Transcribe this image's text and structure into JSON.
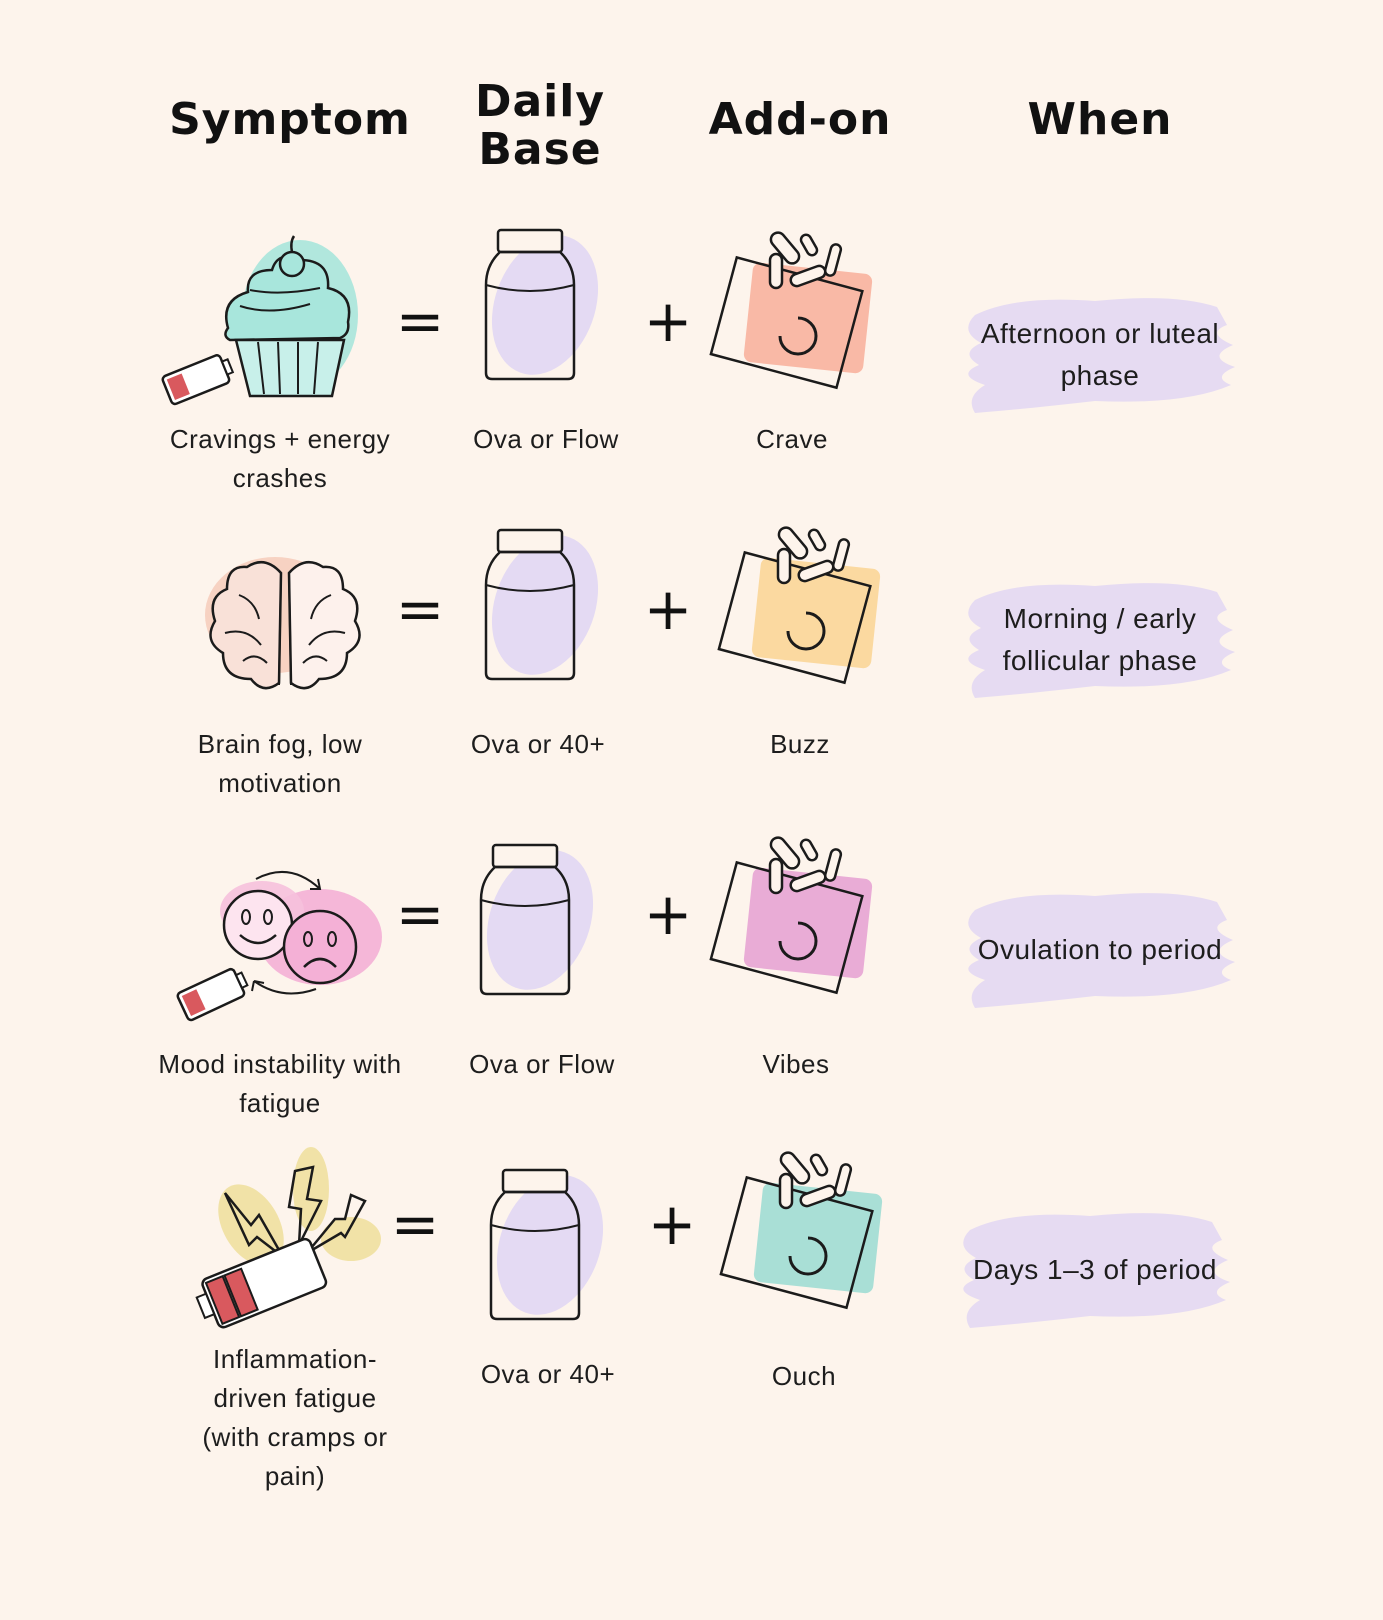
{
  "header": {
    "symptom": "Symptom",
    "daily_base": "Daily\nBase",
    "addon": "Add-on",
    "when": "When"
  },
  "operators": {
    "equals": "=",
    "plus": "+"
  },
  "rows": [
    {
      "symptom": "Cravings + energy crashes",
      "base": "Ova or Flow",
      "addon": "Crave",
      "addon_color": "#f9b9a6",
      "when": "Afternoon or luteal phase",
      "icon": "cupcake-icon"
    },
    {
      "symptom": "Brain fog, low motivation",
      "base": "Ova or 40+",
      "addon": "Buzz",
      "addon_color": "#fbd9a0",
      "when": "Morning / early follicular phase",
      "icon": "brain-icon"
    },
    {
      "symptom": "Mood instability with fatigue",
      "base": "Ova or Flow",
      "addon": "Vibes",
      "addon_color": "#e9acd6",
      "when": "Ovulation to period",
      "icon": "mood-faces-icon"
    },
    {
      "symptom": "Inflammation-driven fatigue (with cramps or pain)",
      "base": "Ova or 40+",
      "addon": "Ouch",
      "addon_color": "#a9dfd6",
      "when": "Days 1–3 of period",
      "icon": "lightning-battery-icon"
    }
  ],
  "colors": {
    "background": "#fdf4ec",
    "bottle_fill": "#e4daf3",
    "when_brush": "#e6dbf2",
    "battery_red": "#d9595e"
  }
}
